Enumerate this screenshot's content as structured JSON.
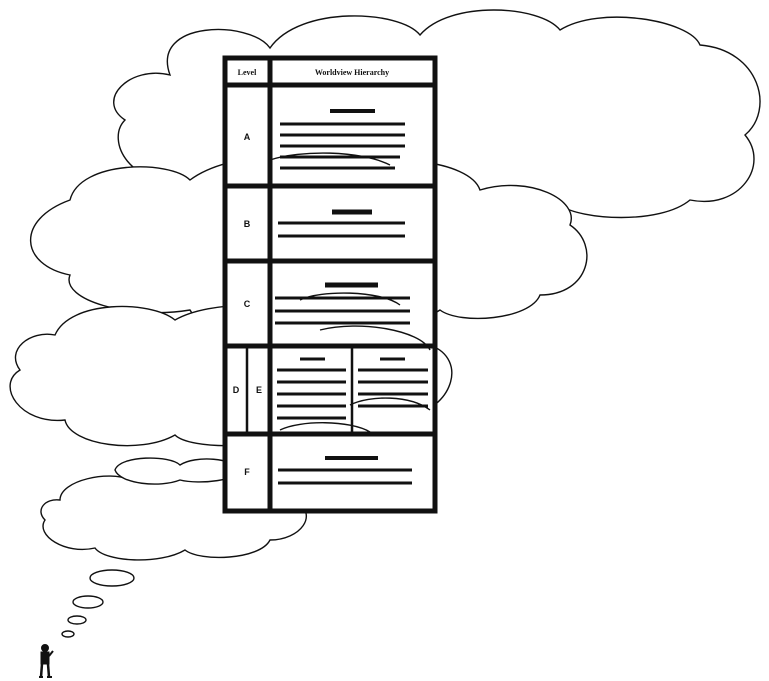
{
  "figure": {
    "header": {
      "left": "Level",
      "right": "Worldview Hierarchy"
    },
    "rows": [
      {
        "level": "A"
      },
      {
        "level": "B"
      },
      {
        "level": "C"
      },
      {
        "level": "D",
        "sublevel": "E"
      },
      {
        "level": "F"
      }
    ]
  },
  "colors": {
    "ink": "#111111",
    "background": "#ffffff"
  },
  "icons": [
    "thinking-person-icon"
  ]
}
